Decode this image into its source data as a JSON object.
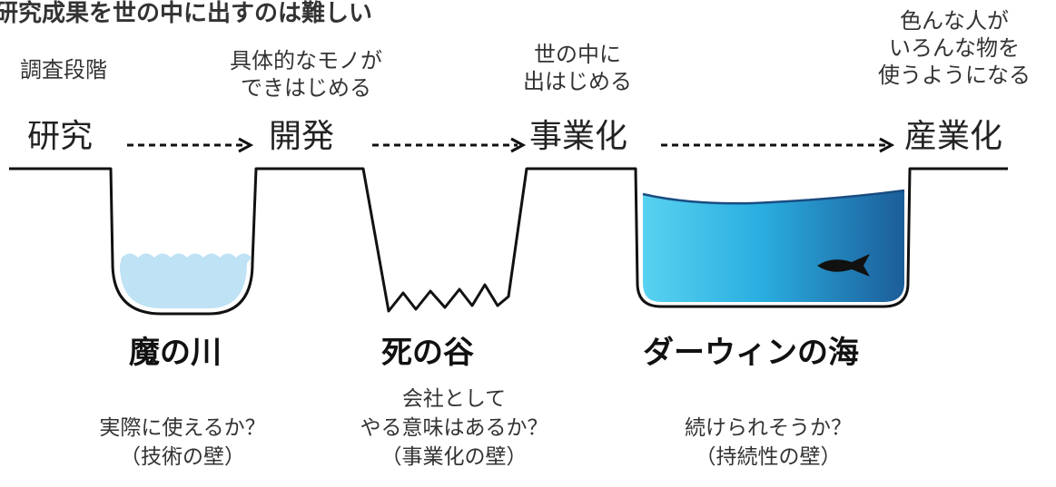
{
  "title": "研究成果を世の中に出すのは難しい",
  "stages": [
    {
      "name": "研究",
      "note": "調査段階"
    },
    {
      "name": "開発",
      "note_lines": [
        "具体的なモノが",
        "できはじめる"
      ]
    },
    {
      "name": "事業化",
      "note_lines": [
        "世の中に",
        "出はじめる"
      ]
    },
    {
      "name": "産業化",
      "note_lines": [
        "色んな人が",
        "いろんな物を",
        "使うようになる"
      ]
    }
  ],
  "gaps": [
    {
      "name": "魔の川",
      "question_lines": [
        "実際に使えるか？",
        "（技術の壁）"
      ]
    },
    {
      "name": "死の谷",
      "question_lines": [
        "会社として",
        "やる意味はあるか？",
        "（事業化の壁）"
      ]
    },
    {
      "name": "ダーウィンの海",
      "question_lines": [
        "続けられそうか？",
        "（持続性の壁）"
      ]
    }
  ],
  "colors": {
    "river_water": "#bfe2f5",
    "sea_light": "#58d2f0",
    "sea_mid": "#2aaee0",
    "sea_dark": "#1c5d99",
    "line": "#111111",
    "fish": "#111111"
  }
}
